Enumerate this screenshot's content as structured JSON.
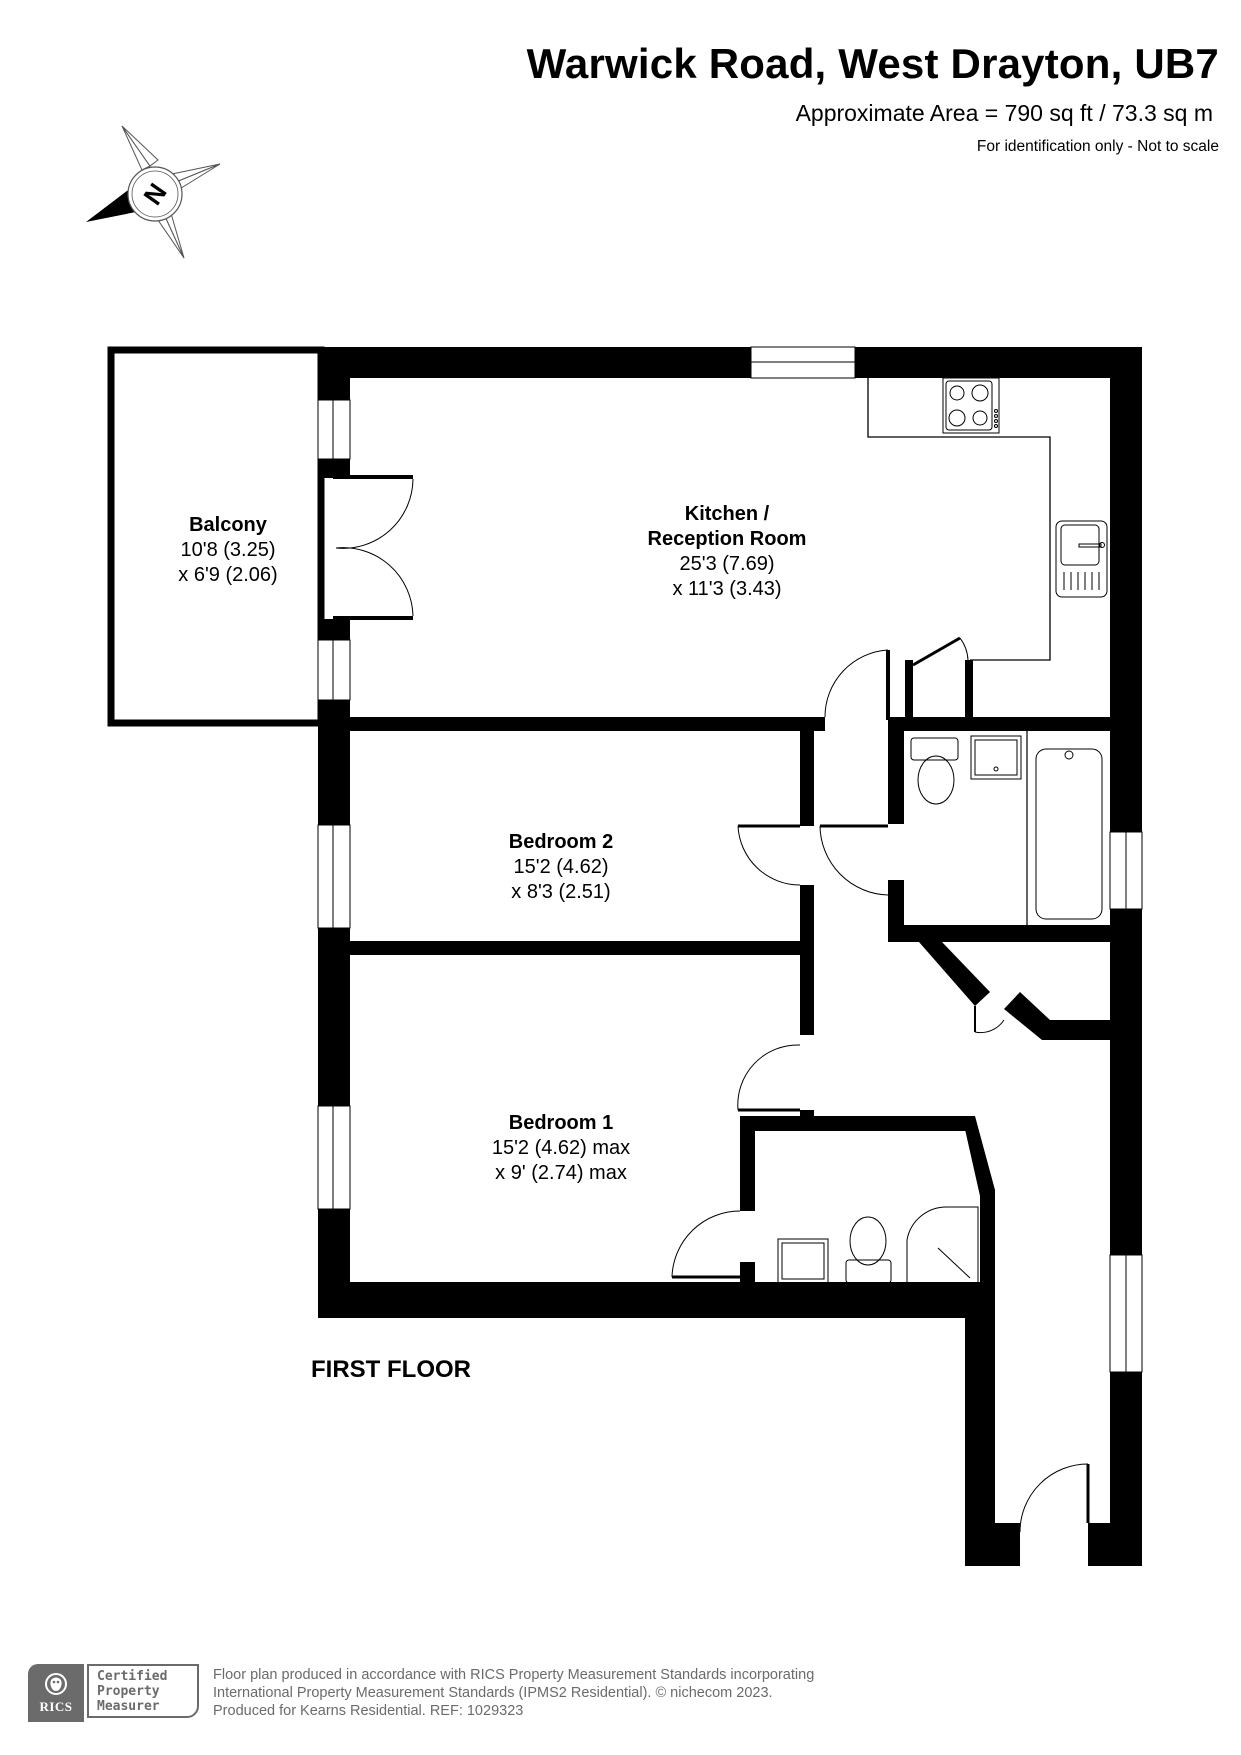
{
  "header": {
    "title": "Warwick Road, West Drayton, UB7",
    "area": "Approximate Area = 790 sq ft / 73.3 sq m",
    "disclaimer": "For identification only - Not to scale"
  },
  "compass": {
    "icon": "north-arrow-compass-icon",
    "letter": "N"
  },
  "rooms": {
    "balcony": {
      "name": "Balcony",
      "dim1": "10'8 (3.25)",
      "dim2": "x 6'9 (2.06)"
    },
    "kitchen": {
      "name": "Kitchen /",
      "name2": "Reception Room",
      "dim1": "25'3 (7.69)",
      "dim2": "x 11'3 (3.43)"
    },
    "bedroom2": {
      "name": "Bedroom 2",
      "dim1": "15'2 (4.62)",
      "dim2": "x 8'3 (2.51)"
    },
    "bedroom1": {
      "name": "Bedroom 1",
      "dim1": "15'2 (4.62) max",
      "dim2": "x 9' (2.74) max"
    }
  },
  "floor_label": "FIRST FLOOR",
  "footer": {
    "badge": {
      "org": "RICS",
      "line1": "Certified",
      "line2": "Property",
      "line3": "Measurer"
    },
    "text_line1": "Floor plan produced in accordance with RICS Property Measurement Standards incorporating",
    "text_line2": "International Property Measurement Standards (IPMS2 Residential).   © nichecom 2023.",
    "text_line3": "Produced for Kearns Residential.   REF:  1029323"
  },
  "colors": {
    "wall": "#000000",
    "background": "#ffffff",
    "badge_grey": "#6b6b6b"
  }
}
